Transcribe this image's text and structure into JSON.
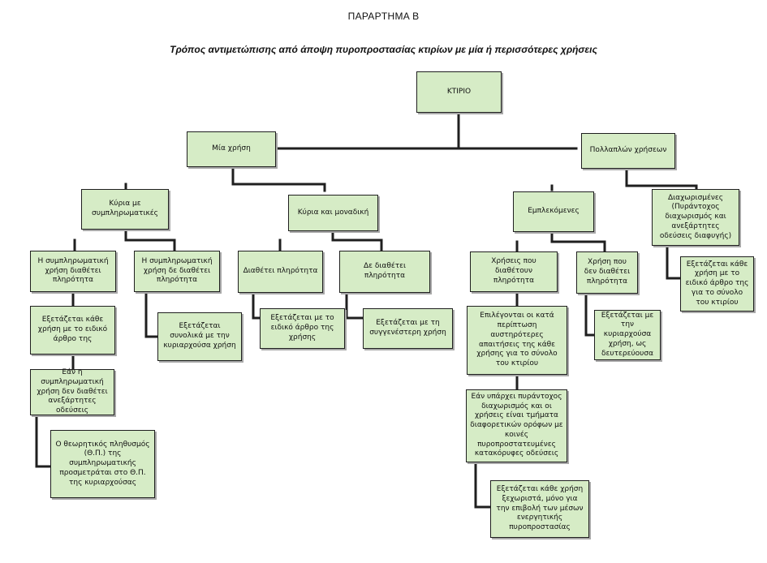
{
  "header": {
    "appendix": "ΠΑΡΑΡΤΗΜΑ Β",
    "subtitle": "Τρόπος αντιμετώπισης από άποψη πυροπροστασίας κτιρίων με μία ή περισσότερες χρήσεις"
  },
  "nodes": {
    "root": "ΚΤΙΡΙΟ",
    "single_use": "Μία χρήση",
    "multi_use": "Πολλαπλών χρήσεων",
    "main_with_aux": "Κύρια με συμπληρωματικές",
    "main_unique": "Κύρια και μοναδική",
    "aux_has_occupancy": "Η συμπληρωματική χρήση διαθέτει πληρότητα",
    "aux_no_occupancy": "Η συμπληρωματική χρήση δε διαθέτει πληρότητα",
    "each_use_own_article": "Εξετάζεται κάθε χρήση με το ειδικό άρθρο της",
    "jointly_with_dominant": "Εξετάζεται συνολικά με την κυριαρχούσα χρήση",
    "if_no_independent_exits": "Εάν η συμπληρωματική χρήση δεν διαθέτει ανεξάρτητες οδεύσεις",
    "theoretical_population": "Ο θεωρητικός πληθυσμός (Θ.Π.) της συμπληρωματικής προσμετράται στο Θ.Π. της κυριαρχούσας",
    "unique_has_occupancy": "Διαθέτει πληρότητα",
    "unique_no_occupancy": "Δε διαθέτει πληρότητα",
    "special_article_of_use": "Εξετάζεται με το ειδικό άρθρο της χρήσης",
    "closest_related_use": "Εξετάζεται με τη συγγενέστερη χρήση",
    "intermixed": "Εμπλεκόμενες",
    "separated": "Διαχωρισμένες (Πυράντοχος διαχωρισμός και ανεξάρτητες οδεύσεις διαφυγής)",
    "uses_with_occupancy": "Χρήσεις που διαθέτουν πληρότητα",
    "use_without_occupancy": "Χρήση που δεν διαθέτει πληρότητα",
    "stricter_requirements": "Επιλέγονται οι κατά περίπτωση αυστηρότερες απαιτήσεις της κάθε χρήσης για το σύνολο του κτιρίου",
    "dominant_as_secondary": "Εξετάζεται με την κυριαρχούσα χρήση, ως δευτερεύουσα",
    "each_use_whole_building": "Εξετάζεται κάθε χρήση με το ειδικό άρθρο της για το σύνολο του κτιρίου",
    "fire_separation_floors": "Εάν υπάρχει πυράντοχος διαχωρισμός και οι χρήσεις είναι τμήματα διαφορετικών ορόφων με κοινές πυροπροστατευμένες κατακόρυφες οδεύσεις",
    "active_fire_protection": "Εξετάζεται κάθε χρήση ξεχωριστά, μόνο για την επιβολή των μέσων ενεργητικής πυροπροστασίας"
  }
}
